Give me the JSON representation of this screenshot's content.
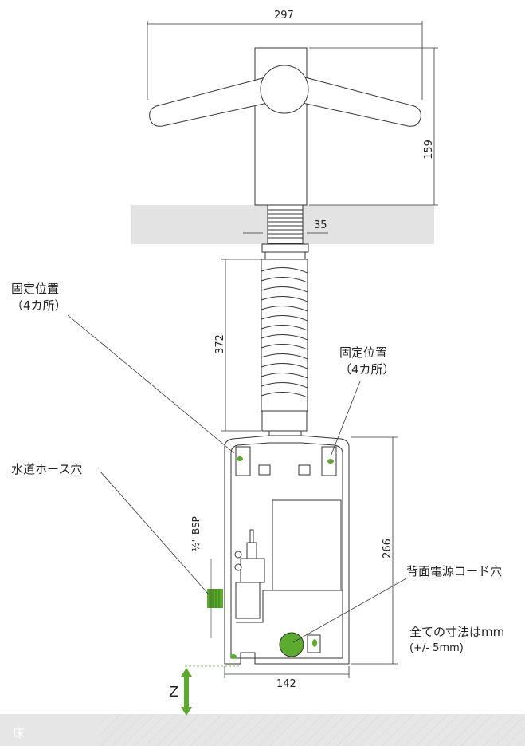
{
  "dimensions": {
    "top_width": "297",
    "height_unit": "159",
    "pipe_diameter": "35",
    "hose_length": "372",
    "box_height": "266",
    "box_width": "142"
  },
  "labels": {
    "fixing_left_line1": "固定位置",
    "fixing_left_line2": "（4カ所）",
    "fixing_right_line1": "固定位置",
    "fixing_right_line2": "（4カ所）",
    "water_hose_hole": "水道ホース穴",
    "bsp": "½\" BSP",
    "rear_power_hole": "背面電源コード穴",
    "all_dims_mm": "全ての寸法はmm",
    "tolerance": "(+/- 5mm)",
    "z_label": "Z",
    "floor": "床"
  },
  "colors": {
    "accent_green": "#5dab2e",
    "floor_gray": "#e6e6e6",
    "counter_gray": "#e3e3e3",
    "line": "#333333"
  }
}
